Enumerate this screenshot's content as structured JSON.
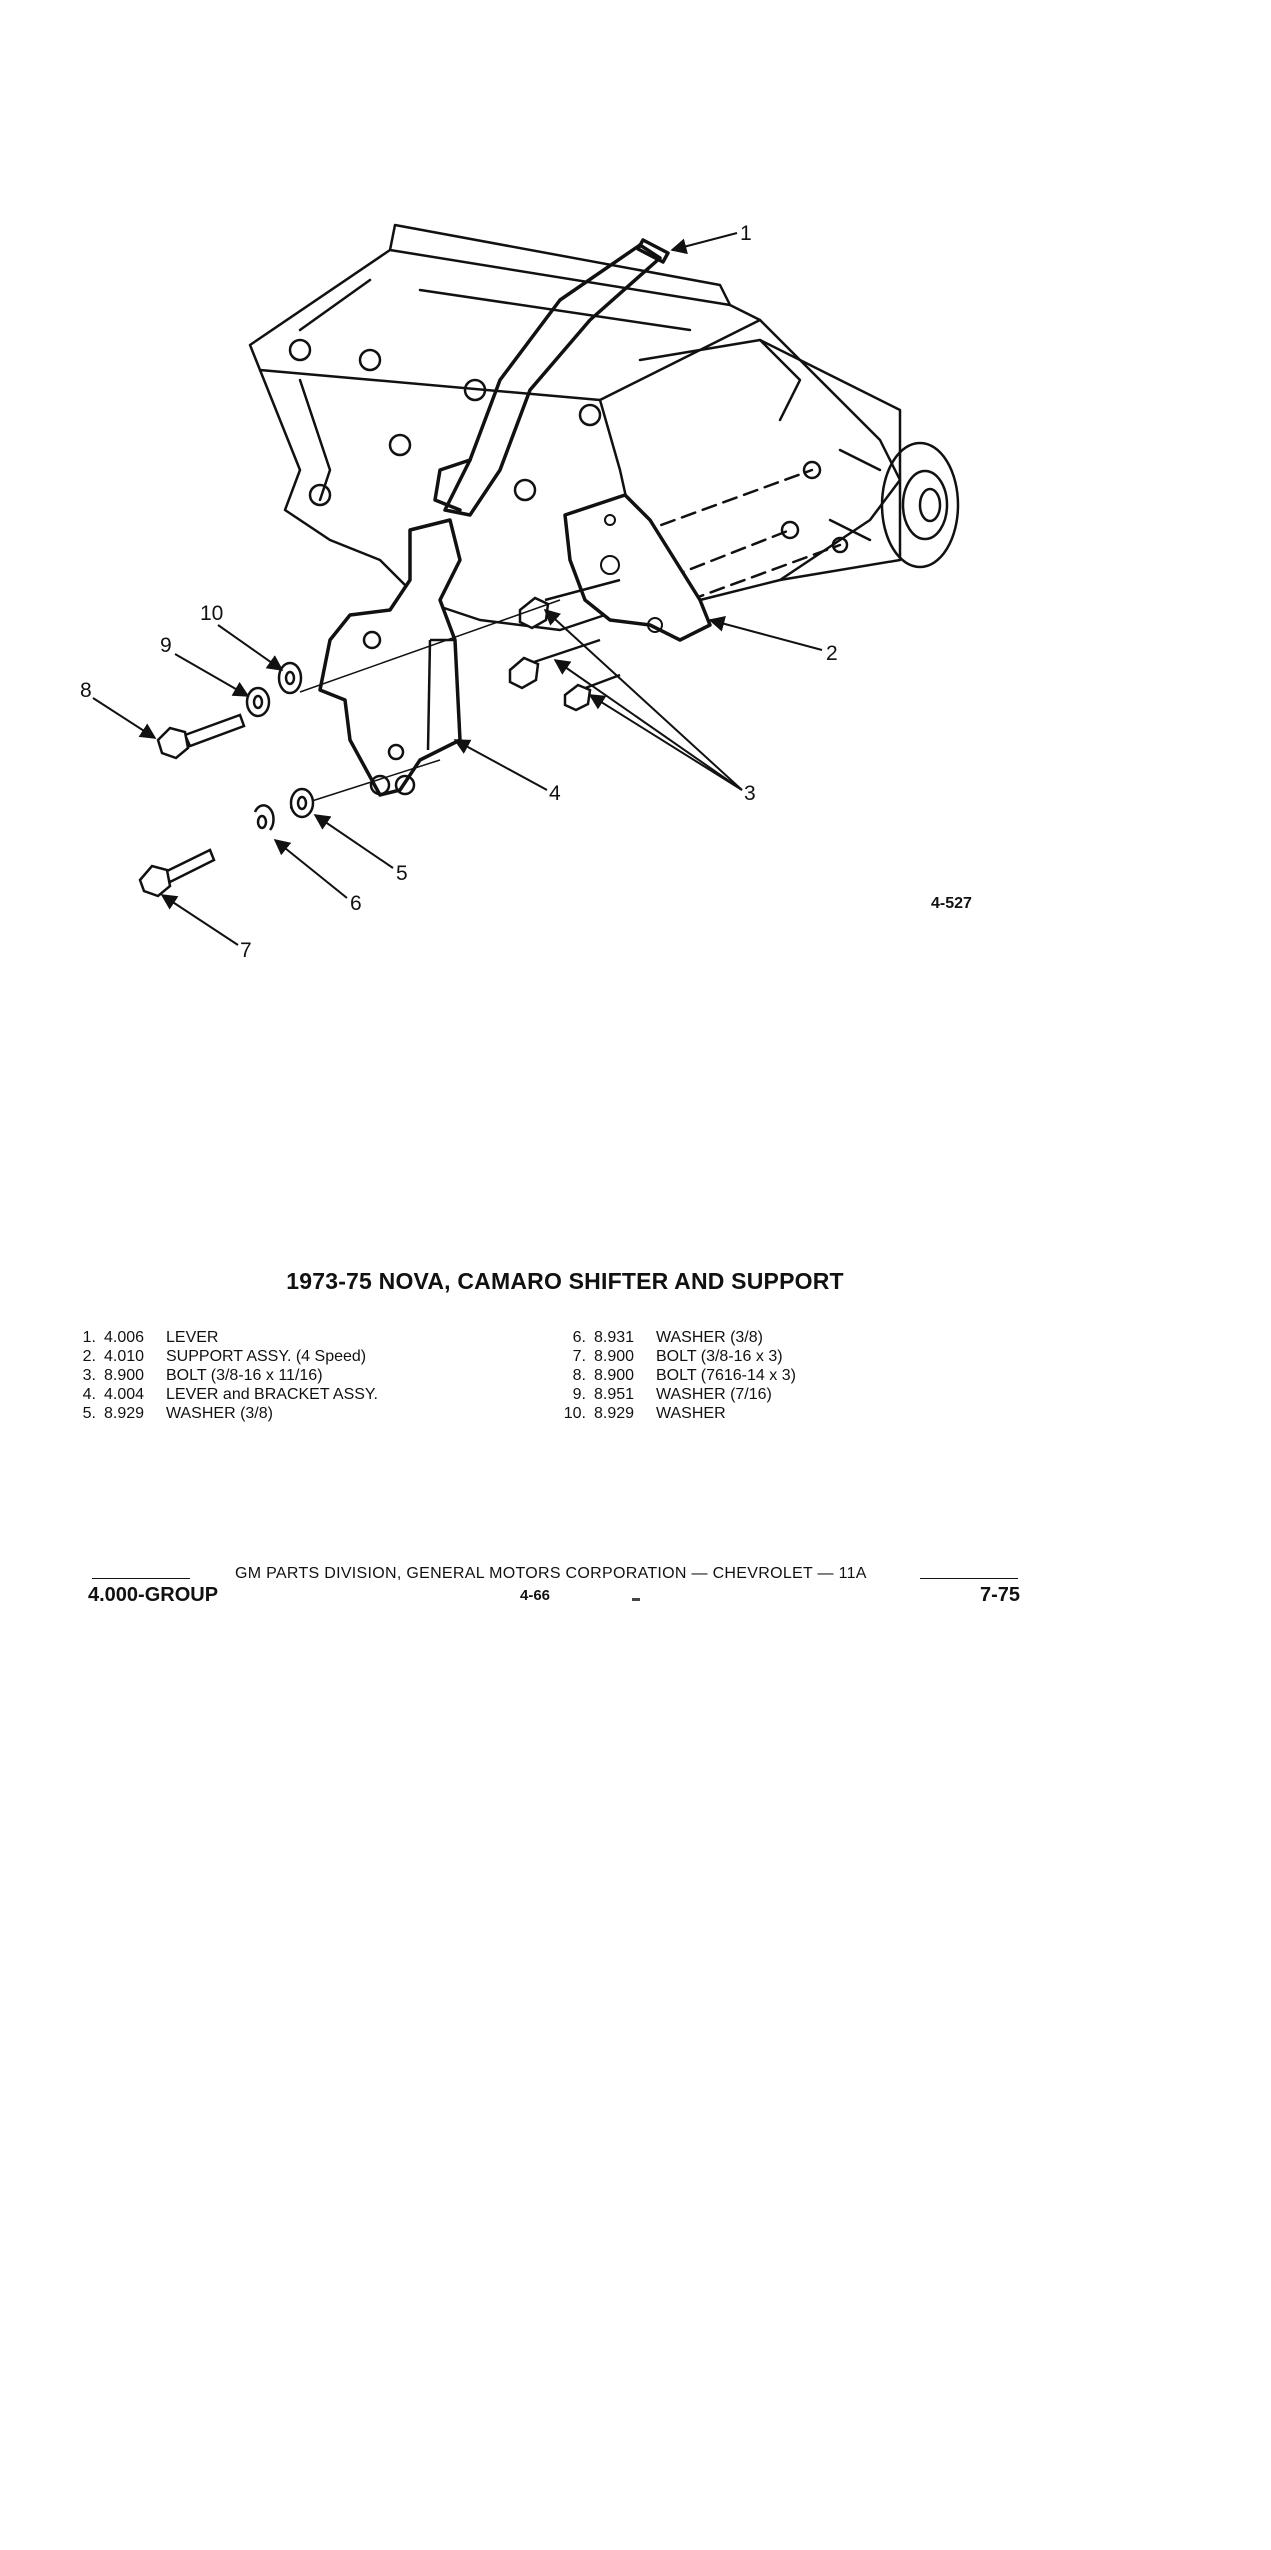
{
  "figure": {
    "code": "4-527",
    "callouts": [
      "1",
      "2",
      "3",
      "4",
      "5",
      "6",
      "7",
      "8",
      "9",
      "10"
    ]
  },
  "title": "1973-75 NOVA, CAMARO SHIFTER AND SUPPORT",
  "parts_left": [
    {
      "num": "1.",
      "code": "4.006",
      "desc": "LEVER"
    },
    {
      "num": "2.",
      "code": "4.010",
      "desc": "SUPPORT ASSY. (4 Speed)"
    },
    {
      "num": "3.",
      "code": "8.900",
      "desc": "BOLT (3/8-16 x 11/16)"
    },
    {
      "num": "4.",
      "code": "4.004",
      "desc": "LEVER and BRACKET ASSY."
    },
    {
      "num": "5.",
      "code": "8.929",
      "desc": "WASHER (3/8)"
    }
  ],
  "parts_right": [
    {
      "num": "6.",
      "code": "8.931",
      "desc": "WASHER (3/8)"
    },
    {
      "num": "7.",
      "code": "8.900",
      "desc": "BOLT (3/8-16 x 3)"
    },
    {
      "num": "8.",
      "code": "8.900",
      "desc": "BOLT (7616-14 x 3)"
    },
    {
      "num": "9.",
      "code": "8.951",
      "desc": "WASHER (7/16)"
    },
    {
      "num": "10.",
      "code": "8.929",
      "desc": "WASHER"
    }
  ],
  "footer": {
    "center": "GM PARTS DIVISION, GENERAL MOTORS CORPORATION — CHEVROLET — 11A",
    "group": "4.000-GROUP",
    "page": "4-66",
    "date": "7-75"
  }
}
